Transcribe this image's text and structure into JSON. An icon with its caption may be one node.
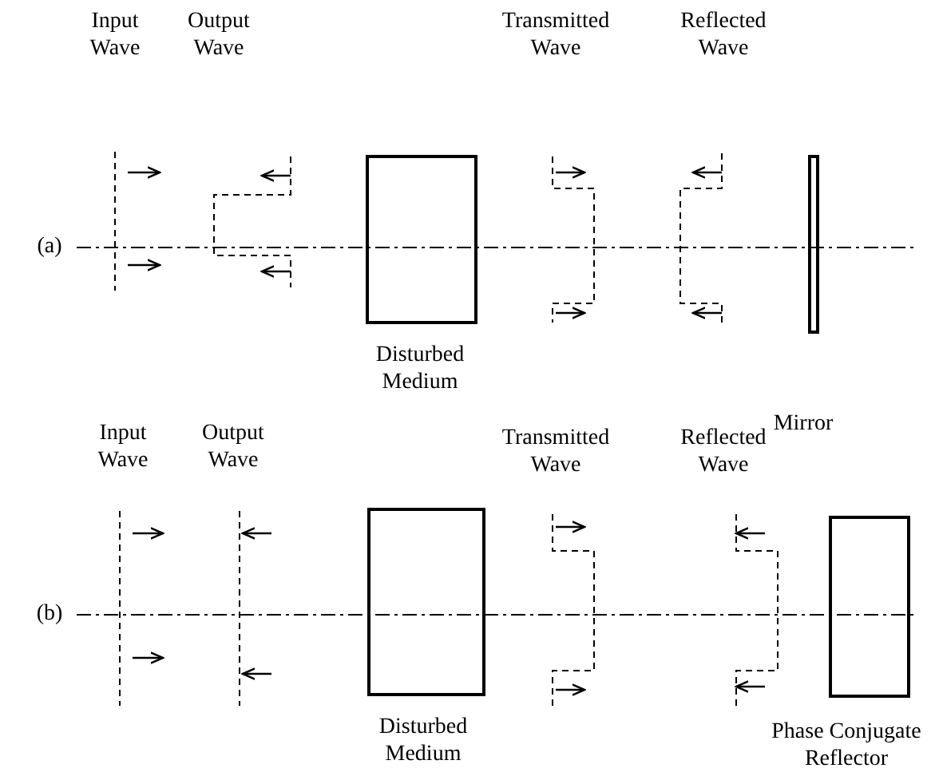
{
  "diagram": {
    "nodes": [
      {
        "text": [
          "Disturbed Medium"
        ]
      },
      {
        "text": [
          "Mirror"
        ]
      },
      {
        "text": [
          "Disturbed Medium"
        ]
      },
      {
        "text": [
          "Phase Conjugate Reflector"
        ]
      }
    ],
    "labels": [
      "Input Wave",
      "Output Wave",
      "Transmitted Wave",
      "Reflected Wave",
      "(a)",
      "Input Wave",
      "Output Wave",
      "Transmitted Wave",
      "Reflected Wave",
      "(b)"
    ]
  }
}
